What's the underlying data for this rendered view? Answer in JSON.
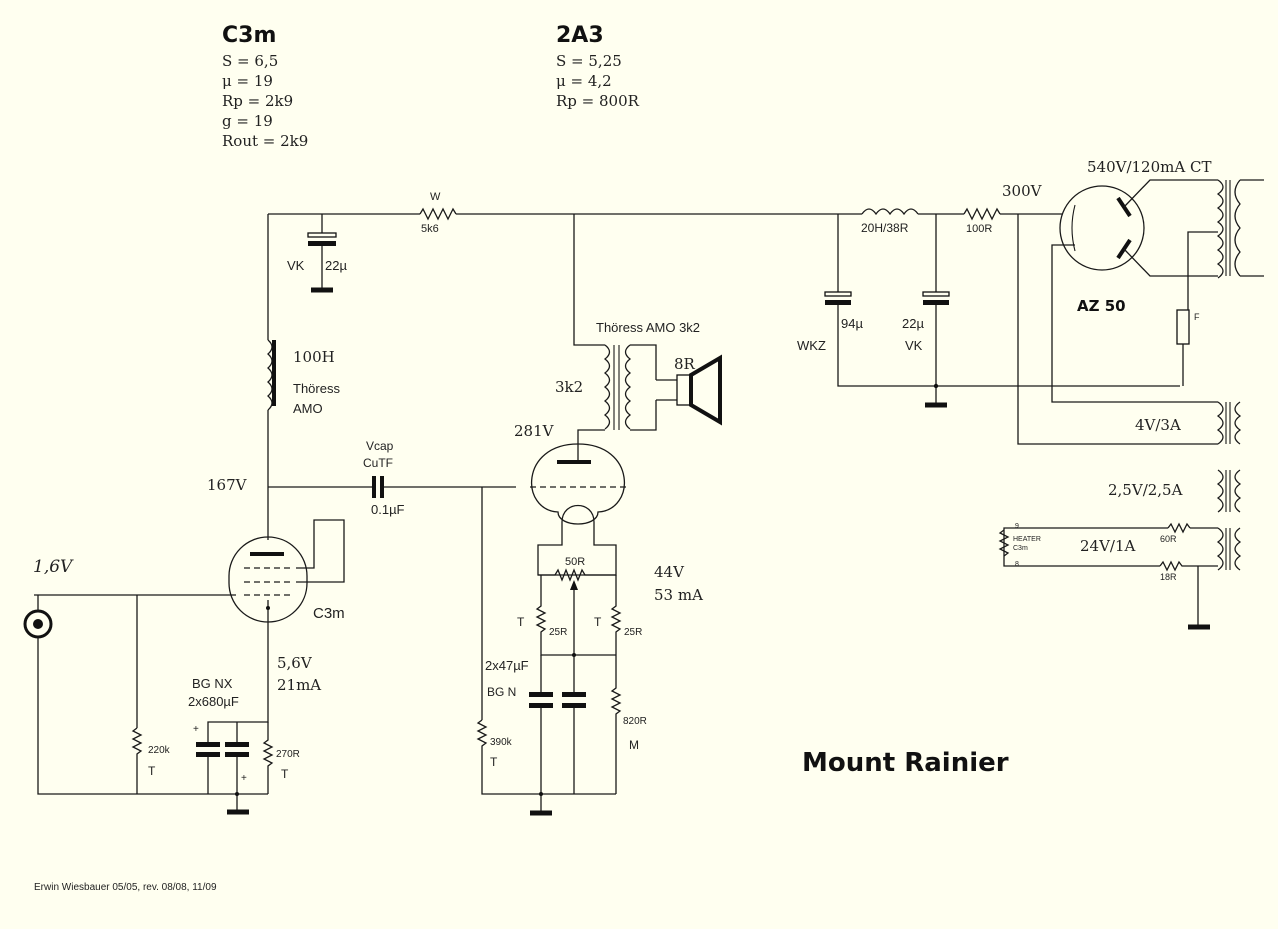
{
  "tubes": {
    "c3m": {
      "name": "C3m",
      "params": [
        "S = 6,5",
        "μ = 19",
        "Rp = 2k9",
        "g = 19",
        "Rout = 2k9"
      ]
    },
    "a2a3": {
      "name": "2A3",
      "params": [
        "S = 5,25",
        "μ = 4,2",
        "Rp = 800R"
      ]
    }
  },
  "labels": {
    "w": "W",
    "r5k6": "5k6",
    "vk": "VK",
    "cap22": "22µ",
    "choke": "20H/38R",
    "r100": "100R",
    "v300": "300V",
    "transformer": "540V/120mA CT",
    "rectifier": "AZ 50",
    "fuse": "F",
    "cap94": "94µ",
    "wkz": "WKZ",
    "cap22b": "22µ",
    "vk2": "VK",
    "h100": "100H",
    "thoress": "Thöress",
    "amo": "AMO",
    "ot": "Thöress AMO 3k2",
    "r3k2": "3k2",
    "r8": "8R",
    "v281": "281V",
    "vcap": "Vcap",
    "cutf": "CuTF",
    "cap01": "0.1µF",
    "v167": "167V",
    "v16": "1,6V",
    "c3m_tube": "C3m",
    "v56": "5,6V",
    "i21": "21mA",
    "bgnx": "BG NX",
    "cap680": "2x680µF",
    "r220k": "220k",
    "t1": "T",
    "r270": "270R",
    "t2": "T",
    "r390k": "390k",
    "t3": "T",
    "r50": "50R",
    "v44": "44V",
    "i53": "53 mA",
    "t4": "T",
    "r25a": "25R",
    "t5": "T",
    "r25b": "25R",
    "cap47": "2x47µF",
    "bgn": "BG N",
    "r820": "820R",
    "m": "M",
    "h4v": "4V/3A",
    "h25v": "2,5V/2,5A",
    "h24v": "24V/1A",
    "heater": "HEATER",
    "heater_c3m": "C3m",
    "pin9": "9",
    "pin8": "8",
    "r60": "60R",
    "r18": "18R",
    "plus": "+",
    "minus": "+"
  },
  "title": "Mount Rainier",
  "footer": "Erwin Wiesbauer 05/05, rev. 08/08, 11/09"
}
